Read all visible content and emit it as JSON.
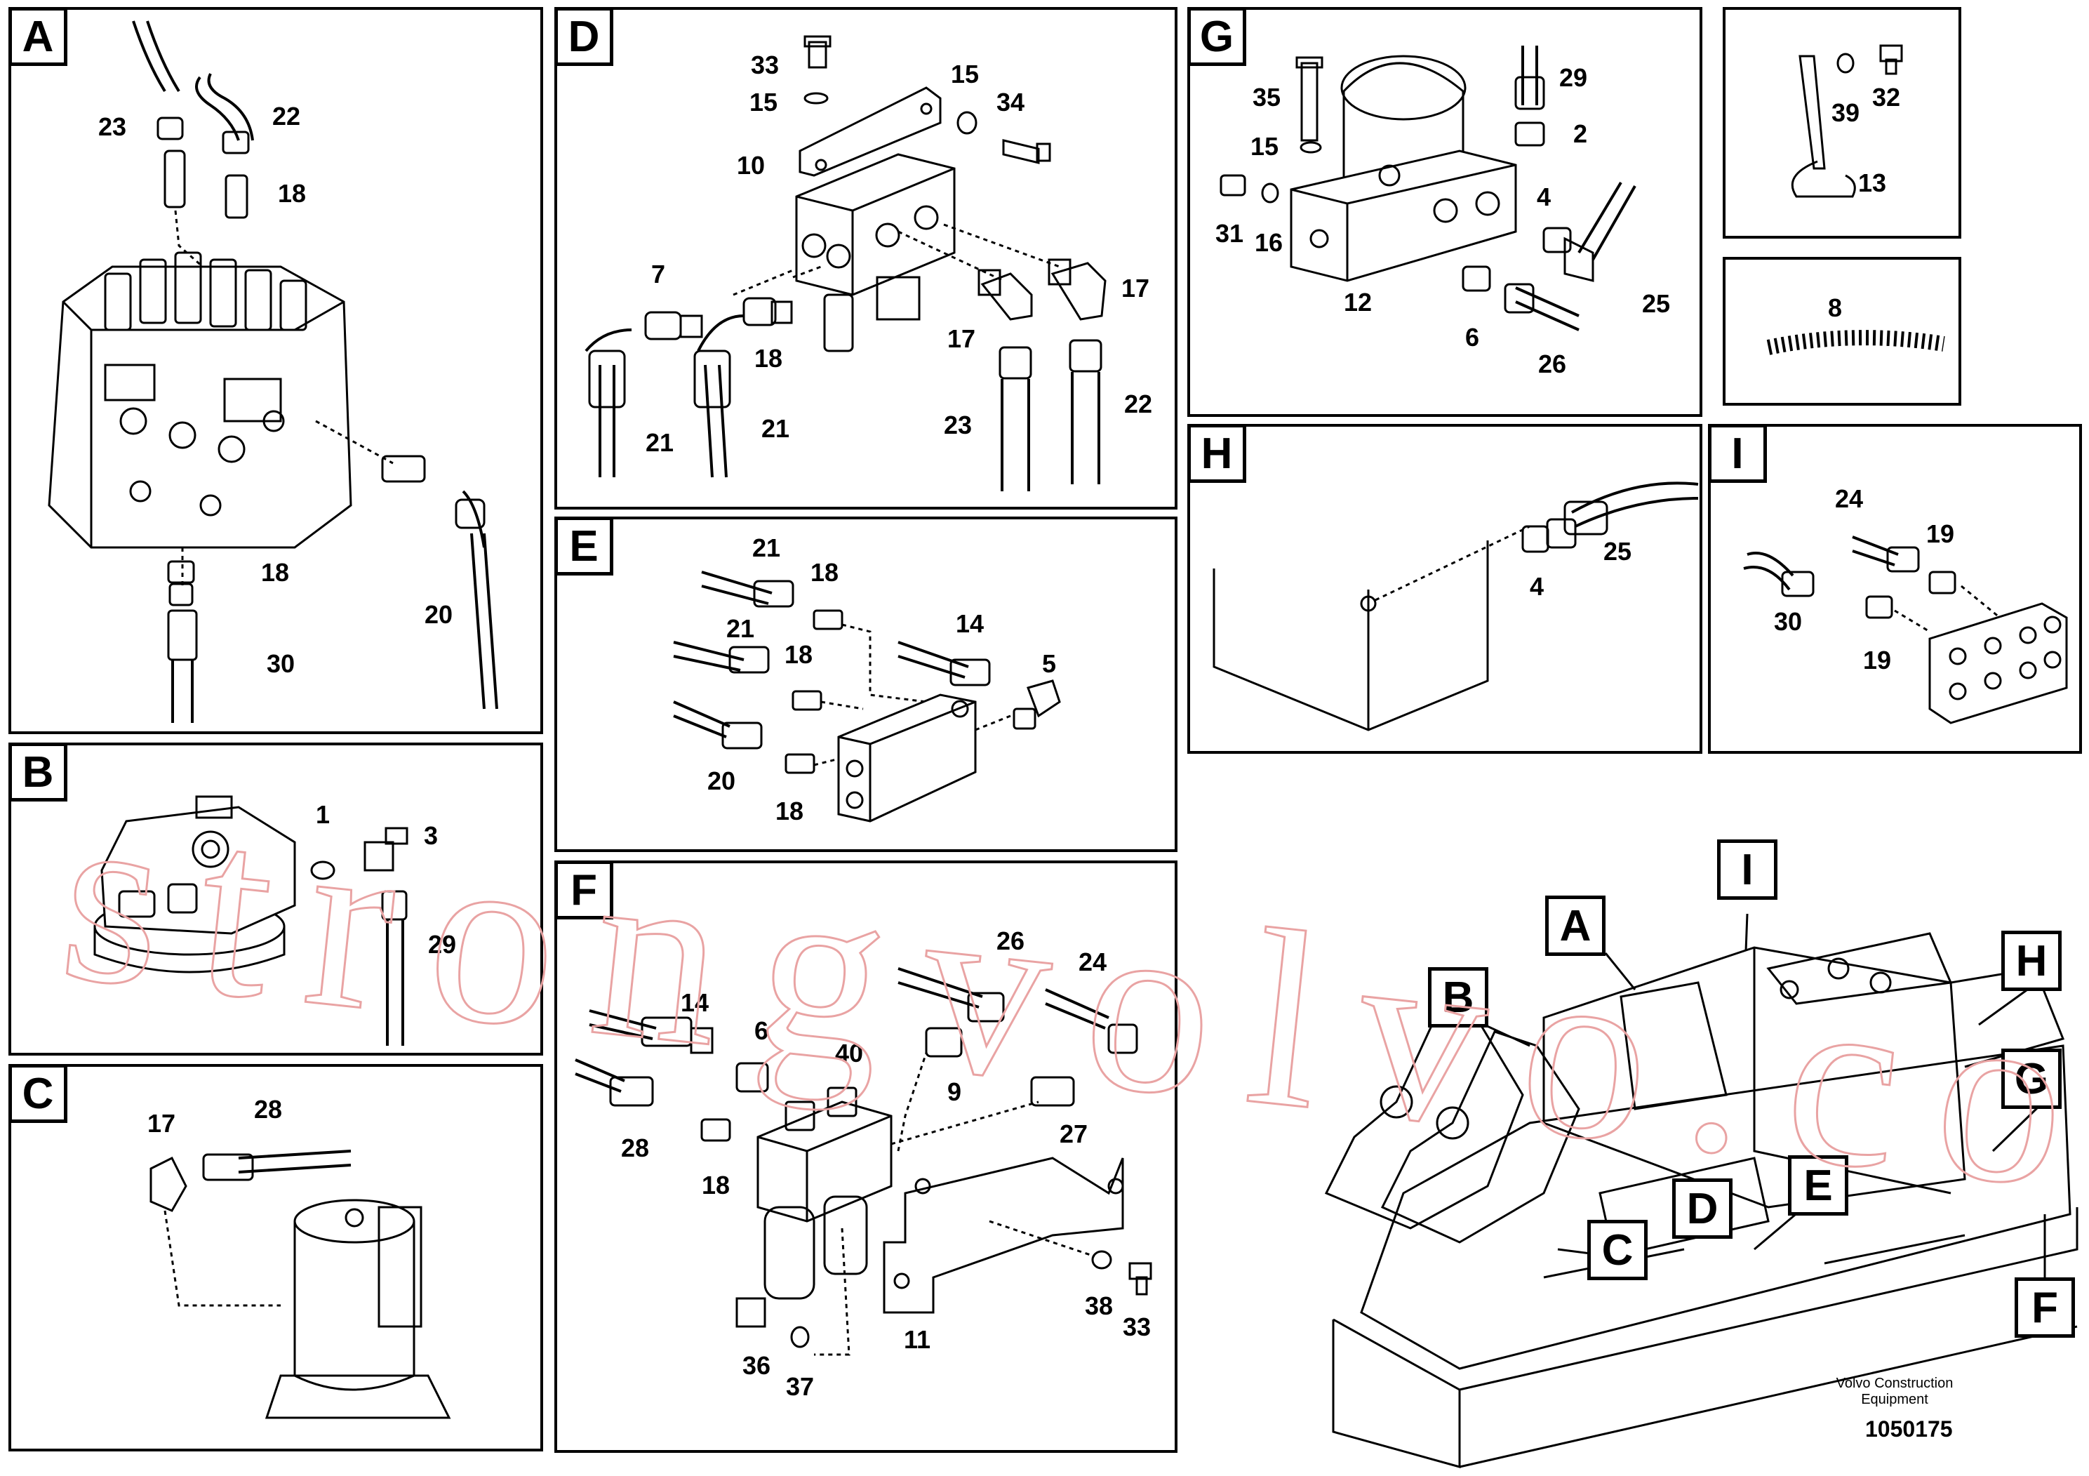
{
  "panels": {
    "A": {
      "tag": "A",
      "labels": [
        "23",
        "22",
        "18",
        "18",
        "20",
        "30"
      ]
    },
    "B": {
      "tag": "B",
      "labels": [
        "1",
        "3",
        "29"
      ]
    },
    "C": {
      "tag": "C",
      "labels": [
        "17",
        "28"
      ]
    },
    "D": {
      "tag": "D",
      "labels": [
        "33",
        "15",
        "15",
        "34",
        "10",
        "7",
        "18",
        "17",
        "17",
        "21",
        "21",
        "23",
        "22"
      ]
    },
    "E": {
      "tag": "E",
      "labels": [
        "21",
        "18",
        "21",
        "18",
        "14",
        "5",
        "20",
        "18"
      ]
    },
    "F": {
      "tag": "F",
      "labels": [
        "26",
        "24",
        "14",
        "6",
        "40",
        "9",
        "27",
        "28",
        "18",
        "11",
        "38",
        "33",
        "36",
        "37"
      ]
    },
    "G": {
      "tag": "G",
      "labels": [
        "35",
        "29",
        "15",
        "2",
        "31",
        "16",
        "4",
        "12",
        "6",
        "25",
        "26"
      ]
    },
    "H": {
      "tag": "H",
      "labels": [
        "4",
        "25"
      ]
    },
    "I": {
      "tag": "I",
      "labels": [
        "24",
        "19",
        "30",
        "19"
      ]
    },
    "K1": {
      "labels": [
        "39",
        "32",
        "13"
      ]
    },
    "K2": {
      "labels": [
        "8"
      ]
    }
  },
  "overview_tags": [
    "I",
    "A",
    "B",
    "H",
    "G",
    "C",
    "D",
    "E",
    "F"
  ],
  "watermark": "strongvolvo.com",
  "footer": {
    "company": "Volvo Construction Equipment",
    "drawing_no": "1050175"
  }
}
